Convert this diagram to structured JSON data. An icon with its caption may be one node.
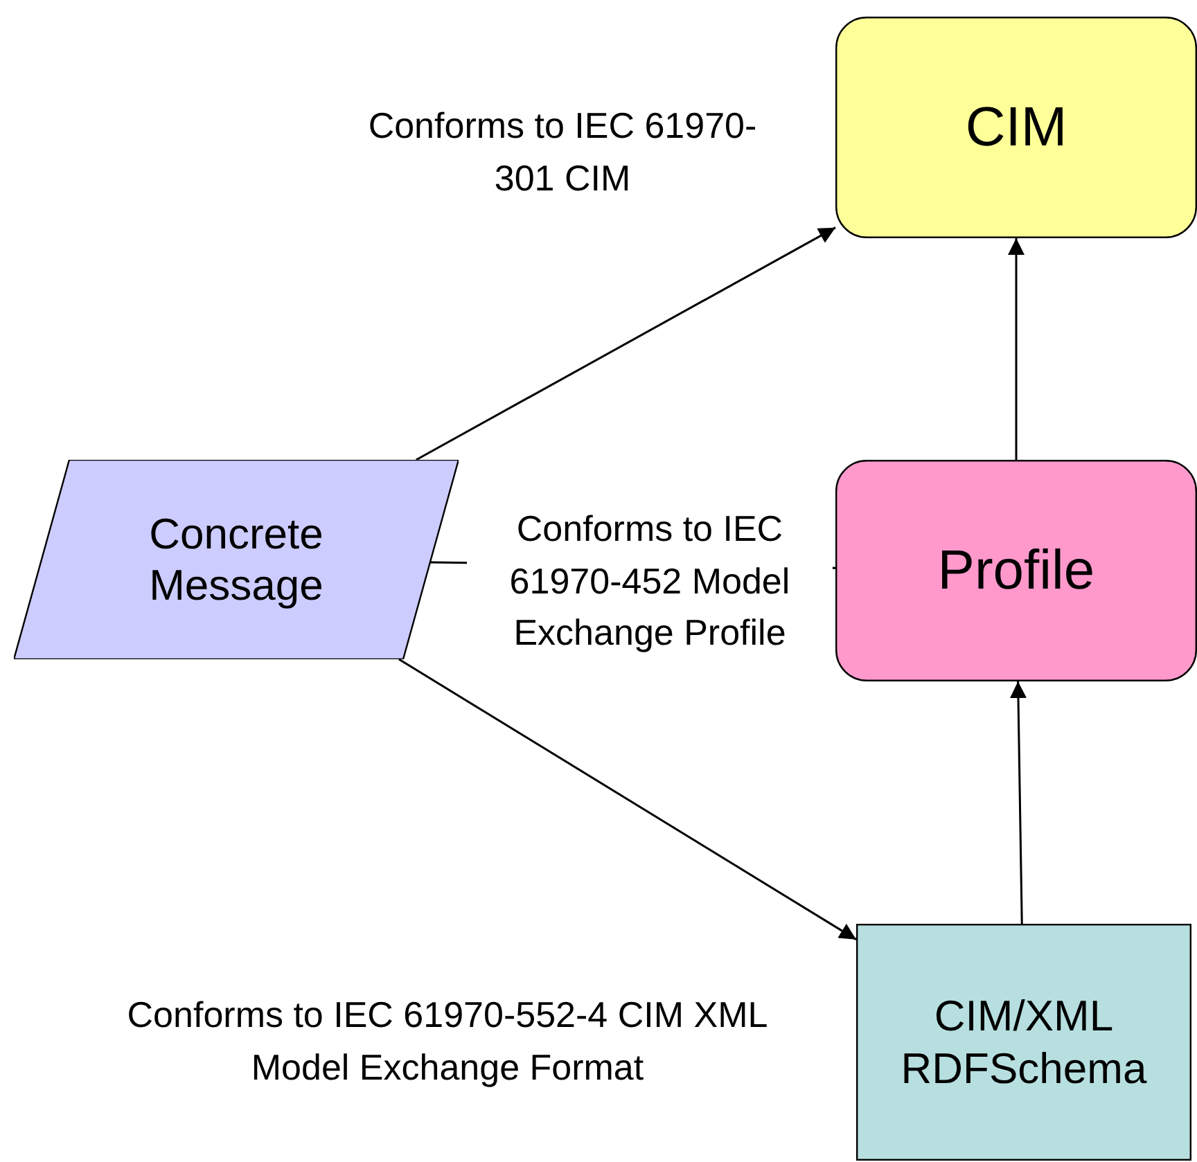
{
  "diagram": {
    "nodes": [
      {
        "text": [
          "CIM"
        ]
      },
      {
        "text": [
          "Concrete Message"
        ]
      },
      {
        "text": [
          "Profile"
        ]
      },
      {
        "text": [
          "CIM/XML RDFSchema"
        ]
      }
    ],
    "edges": [
      {
        "from": 1,
        "to": 0,
        "arrow": "to",
        "label": "Conforms to IEC 61970-301 CIM"
      },
      {
        "from": 1,
        "to": 2,
        "arrow": "to",
        "label": "Conforms to IEC 61970-452 Model Exchange Profile"
      },
      {
        "from": 1,
        "to": 3,
        "arrow": "to",
        "label": "Conforms to IEC 61970-552-4 CIM XML Model Exchange Format"
      },
      {
        "from": 2,
        "to": 0,
        "arrow": "to"
      },
      {
        "from": 3,
        "to": 2,
        "arrow": "to"
      }
    ]
  }
}
